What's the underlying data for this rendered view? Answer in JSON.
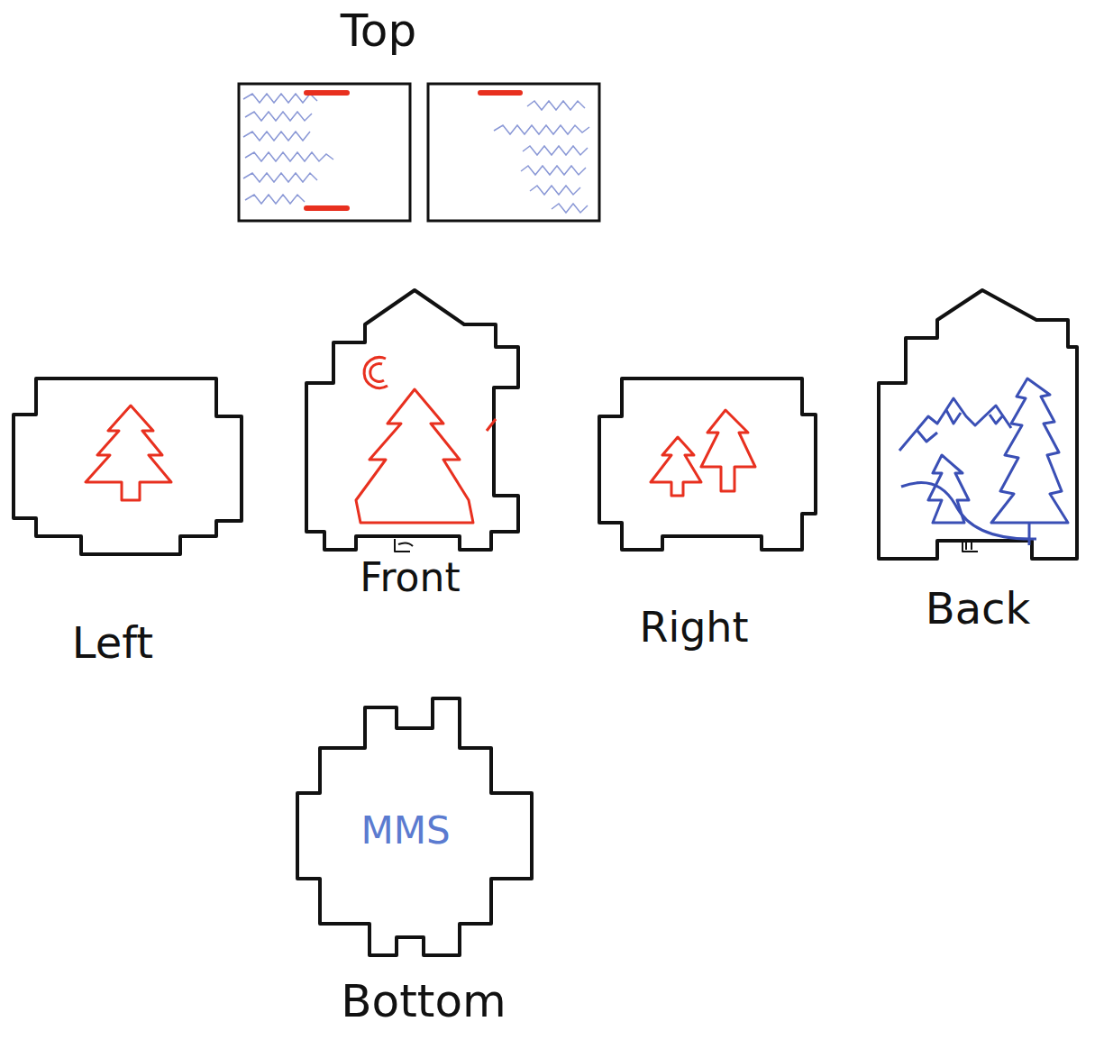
{
  "diagram": {
    "nodes": [
      {
        "text": [
          "Top"
        ]
      },
      {
        "text": [
          "Left"
        ]
      },
      {
        "text": [
          "Front"
        ]
      },
      {
        "text": [
          "Right"
        ]
      },
      {
        "text": [
          "Back"
        ]
      },
      {
        "text": [
          "MMS",
          "Bottom"
        ]
      }
    ]
  }
}
